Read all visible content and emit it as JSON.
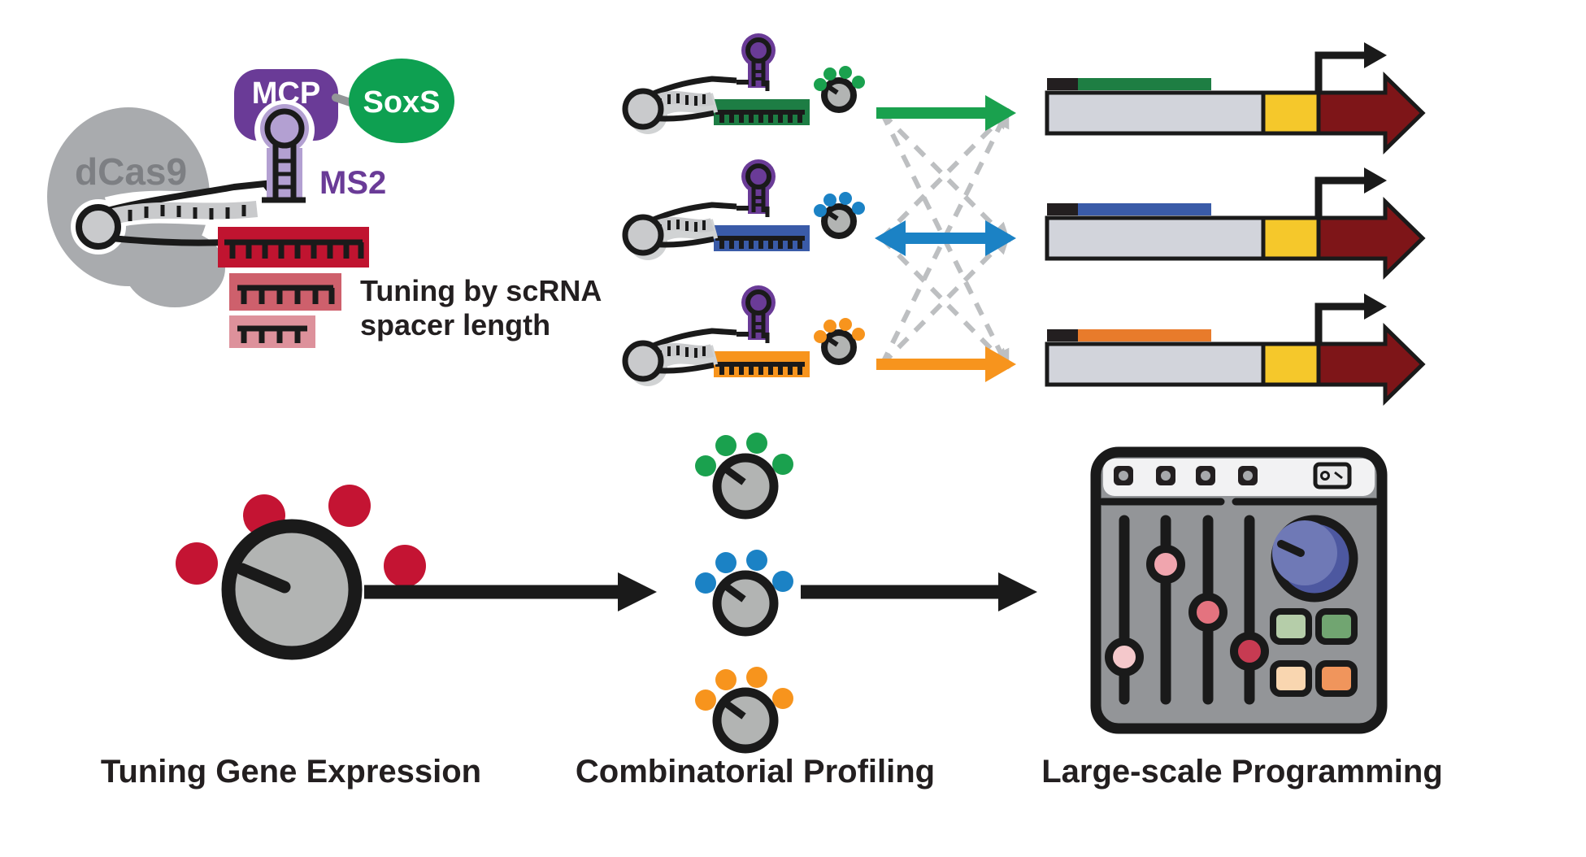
{
  "figure": {
    "complex": {
      "dcas9_label": "dCas9",
      "mcp_label": "MCP",
      "soxs_label": "SoxS",
      "ms2_label": "MS2",
      "note_line1": "Tuning by scRNA",
      "note_line2": "spacer length"
    },
    "variants": [
      {
        "color_name": "green"
      },
      {
        "color_name": "blue"
      },
      {
        "color_name": "orange"
      }
    ],
    "panels": {
      "left_caption": "Tuning Gene Expression",
      "middle_caption": "Combinatorial Profiling",
      "right_caption": "Large-scale Programming"
    }
  },
  "colors": {
    "purple": "#6A3B97",
    "purple_light": "#B3A0D2",
    "soxs_green": "#0EA051",
    "green_arrow": "#1AA14E",
    "green_bar": "#1D7D44",
    "gene_bar_green": "#1E7E43",
    "blue_arrow": "#1B82C5",
    "blue_bar": "#3A5BA8",
    "orange_arrow": "#F7941D",
    "orange_bar": "#F7941D",
    "gene_bar_orange": "#E87B2B",
    "red_bar_dark": "#C01430",
    "red_bar_mid": "#CE606C",
    "red_bar_light": "#DD919B",
    "red_dots": "#C41433",
    "maroon": "#7E1518",
    "yellow": "#F5C82B",
    "gene_gray": "#D2D4DB",
    "protein_gray": "#A9ABAE",
    "rna_gray": "#C9CACC",
    "knob_gray": "#B2B4B3",
    "shadow_gray": "#D1D3D4",
    "dashed_gray": "#BDBFC1",
    "console_body": "#939598",
    "console_strip": "#F2F2F3",
    "console_knob_blue": "#6F79B6",
    "console_knob_blue_dark": "#4D58A0",
    "slider_knob_1": "#F4C8CB",
    "slider_knob_2": "#F0A5AE",
    "slider_knob_3": "#E4737F",
    "slider_knob_4": "#C73B52",
    "btn_green_light": "#B5CDA9",
    "btn_green": "#71A571",
    "btn_peach": "#F9D6B0",
    "btn_orange": "#F0955C",
    "outline": "#1A1A1A"
  }
}
